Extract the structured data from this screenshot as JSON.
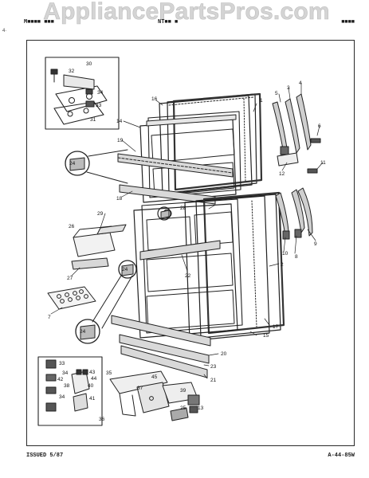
{
  "watermark": "AppliancePartsPros.com",
  "header": {
    "left": "M■■■■ ■■■",
    "middle": "NT■■ ■",
    "right": "■■■■"
  },
  "corner_mark": "4·",
  "footer": {
    "issued": "ISSUED 5/87",
    "code": "A-44-85W"
  },
  "callouts": {
    "c1": "1",
    "c2": "2",
    "c3": "3",
    "c4": "4",
    "c5": "5",
    "c6": "6",
    "c7": "7",
    "c8": "8",
    "c9": "9",
    "c10": "10",
    "c11": "11",
    "c12": "12",
    "c13": "13",
    "c14": "14",
    "c15": "15",
    "c16": "16",
    "c17": "17",
    "c18": "18",
    "c19": "19",
    "c20": "20",
    "c21": "21",
    "c22": "22",
    "c23": "23",
    "c24a": "24",
    "c24b": "24",
    "c24c": "24",
    "c25": "25",
    "c26": "26",
    "c27": "27",
    "c28": "28",
    "c29": "29",
    "c30": "30",
    "c31": "31",
    "c32": "32",
    "c33a": "33",
    "c33b": "33",
    "c34a": "34",
    "c34b": "34",
    "c34c": "34",
    "c35": "35",
    "c36": "36",
    "c37": "37",
    "c38": "38",
    "c39": "39",
    "c40": "40",
    "c41": "41",
    "c42": "42",
    "c43": "43",
    "c44": "44",
    "c45": "45"
  }
}
